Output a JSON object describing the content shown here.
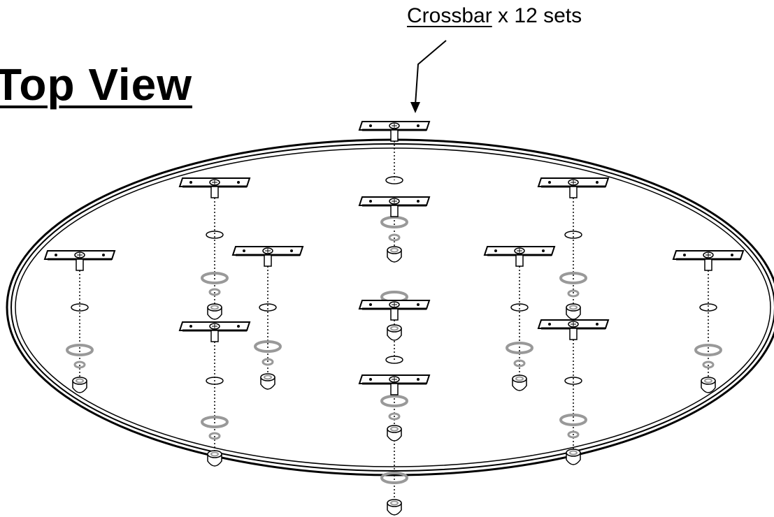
{
  "header": {
    "title": "Top View"
  },
  "callout": {
    "part_name": "Crossbar",
    "quantity": "x 12 sets"
  },
  "style": {
    "line_color": "#000000",
    "washer_color": "#999999",
    "background": "#ffffff"
  }
}
